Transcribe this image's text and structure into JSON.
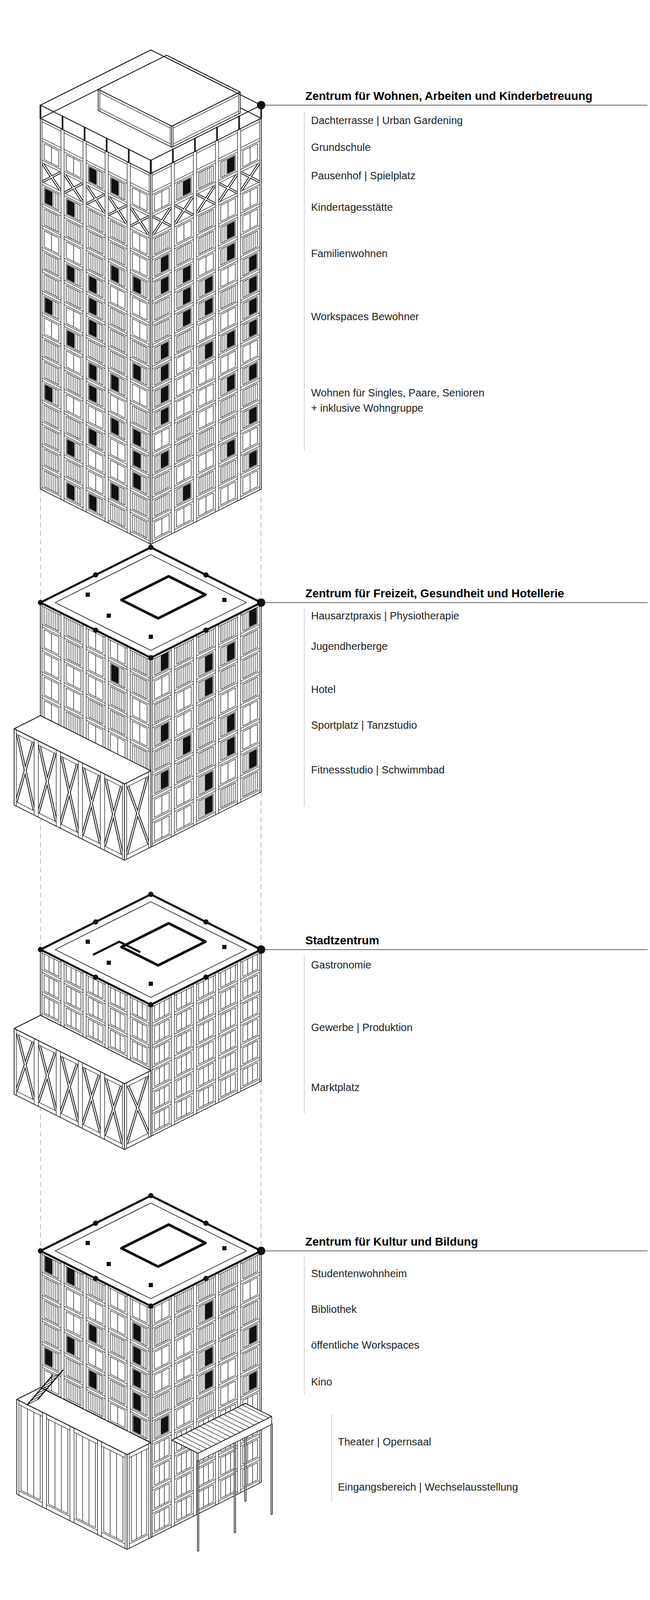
{
  "diagram": {
    "labels": [
      "Zentrum für Wohnen, Arbeiten und Kinderbetreuung",
      "Dachterrasse | Urban Gardening",
      "Grundschule",
      "Pausenhof | Spielplatz",
      "Kindertagesstätte",
      "Familienwohnen",
      "Workspaces Bewohner",
      "Wohnen für Singles, Paare, Senioren + inklusive Wohngruppe",
      "Zentrum für Freizeit, Gesundheit und Hotellerie",
      "Hausarztpraxis | Physiotherapie",
      "Jugendherberge",
      "Hotel",
      "Sportplatz | Tanzstudio",
      "Fitnessstudio | Schwimmbad",
      "Stadtzentrum",
      "Gastronomie",
      "Gewerbe | Produktion",
      "Marktplatz",
      "Zentrum für Kultur und Bildung",
      "Studentenwohnheim",
      "Bibliothek",
      "öffentliche Workspaces",
      "Kino",
      "Theater | Opernsaal",
      "Eingangsbereich | Wechselausstellung"
    ]
  }
}
